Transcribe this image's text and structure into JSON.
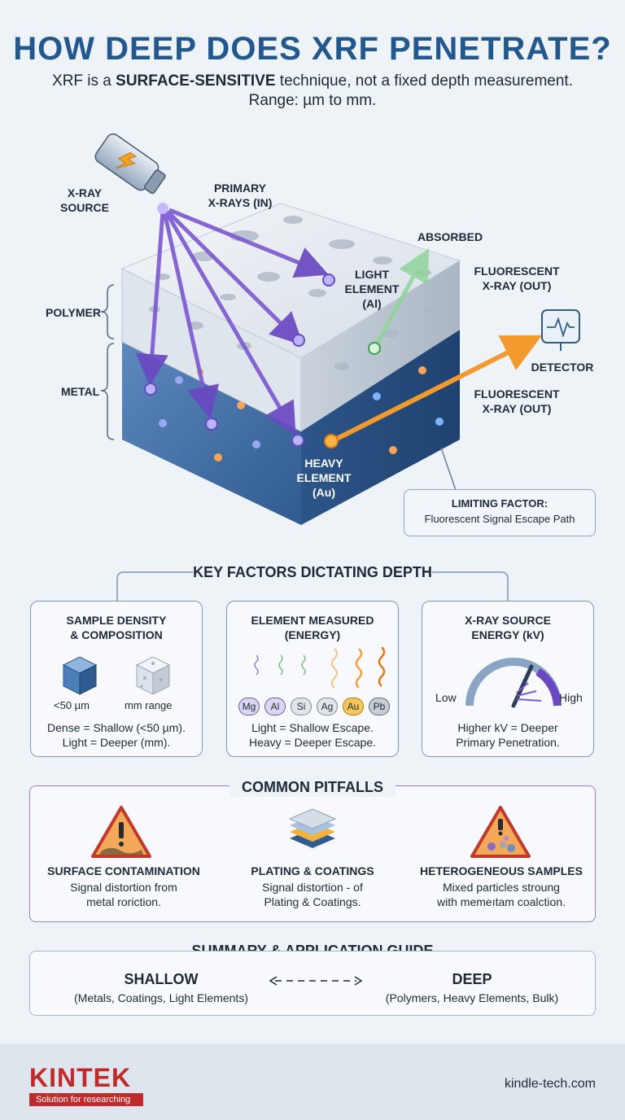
{
  "header": {
    "title": "HOW DEEP DOES XRF PENETRATE?",
    "subtitle_prefix": "XRF is a ",
    "subtitle_bold": "SURFACE-SENSITIVE",
    "subtitle_suffix": " technique, not a fixed depth measurement.",
    "subtitle_line2": "Range: µm to mm."
  },
  "diagram": {
    "source_label_1": "X-RAY",
    "source_label_2": "SOURCE",
    "primary_1": "PRIMARY",
    "primary_2": "X-RAYS (IN)",
    "absorbed": "ABSORBED",
    "light_1": "LIGHT",
    "light_2": "ELEMENT",
    "light_3": "(Al)",
    "fluor_top_1": "FLUORESCENT",
    "fluor_top_2": "X-RAY (OUT)",
    "polymer": "POLYMER",
    "metal": "METAL",
    "detector": "DETECTOR",
    "fluor_mid_1": "FLUORESCENT",
    "fluor_mid_2": "X-RAY (OUT)",
    "heavy_1": "HEAVY",
    "heavy_2": "ELEMENT",
    "heavy_3": "(Au)",
    "limit_1": "LIMITING FACTOR:",
    "limit_2": "Fluorescent Signal Escape Path",
    "icons": [
      "xray-tube-icon",
      "detector-monitor-icon"
    ]
  },
  "factors": {
    "title": "KEY FACTORS DICTATING DEPTH",
    "cards": [
      {
        "h1": "SAMPLE DENSITY",
        "h2": "& COMPOSITION",
        "a": "<50 µm",
        "b": "mm range",
        "f1": "Dense = Shallow (<50 µm).",
        "f2": "Light = Deeper (mm)."
      },
      {
        "h1": "ELEMENT MEASURED",
        "h2": "(ENERGY)",
        "elements": [
          "Mg",
          "Al",
          "Si",
          "Ag",
          "Au",
          "Pb"
        ],
        "f1": "Light = Shallow Escape.",
        "f2": "Heavy = Deeper Escape."
      },
      {
        "h1": "X-RAY SOURCE",
        "h2": "ENERGY (kV)",
        "low": "Low",
        "high": "High",
        "f1": "Higher kV = Deeper",
        "f2": "Primary Penetration."
      }
    ]
  },
  "pitfalls": {
    "title": "COMMON PITFALLS",
    "items": [
      {
        "h": "SURFACE CONTAMINATION",
        "d1": "Signal distortion from",
        "d2": "metal roriction."
      },
      {
        "h": "PLATING & COATINGS",
        "d1": "Signal distortion - of",
        "d2": "Plating & Coatings."
      },
      {
        "h": "HETEROGENEOUS SAMPLES",
        "d1": "Mixed particles stroung",
        "d2": "with memeıtam coalction."
      }
    ]
  },
  "summary": {
    "title": "SUMMARY & APPLICATION GUIDE",
    "left_h": "SHALLOW",
    "left_d": "(Metals, Coatings, Light Elements)",
    "right_h": "DEEP",
    "right_d": "(Polymers, Heavy Elements, Bulk)"
  },
  "footer": {
    "brand": "KINTEK",
    "tagline": "Solution for researching",
    "site": "kindle-tech.com"
  },
  "colors": {
    "title_blue": "#23588e",
    "metal_blue": "#3f6fa8",
    "primary_purple": "#7d5bd1",
    "fluor_orange": "#f29a2e",
    "absorbed_green": "#8fd49a",
    "brand_red": "#c02a2a"
  }
}
